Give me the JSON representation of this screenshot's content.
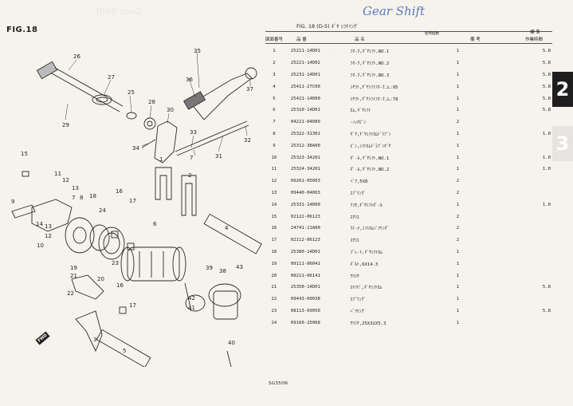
{
  "fig_label": "FIG.18",
  "fig_title": "FIG. 18  (D-5)   ｷﾞﾔ ｼﾌﾃｲﾝｸﾞ",
  "handwritten_title": "Gear Shift",
  "columns": {
    "ref": "図面番号",
    "part_no": "品      番",
    "desc": "品                名",
    "qty": "使用個数",
    "note": "備        考",
    "sub_top": "標  準",
    "sub_bottom": "作業時間"
  },
  "rows": [
    {
      "ref": "1",
      "part": "25211-14D01",
      "desc": "ﾌｵ-ｸ,ｷﾞﾔｼﾌﾄ,NO.1",
      "qty": "1",
      "sub": "5.8"
    },
    {
      "ref": "2",
      "part": "25221-14D02",
      "desc": "ﾌｵ-ｸ,ｷﾞﾔｼﾌﾄ,NO.2",
      "qty": "1",
      "sub": "5.8"
    },
    {
      "ref": "3",
      "part": "25231-14D01",
      "desc": "ﾌｵ-ｸ,ｷﾞﾔｼﾌﾄ,NO.3",
      "qty": "1",
      "sub": "5.8"
    },
    {
      "ref": "4",
      "part": "25411-27C00",
      "desc": "ｼﾔﾌﾄ,ｷﾞﾔｼﾌﾄﾌｵ-ｸ,L:95",
      "qty": "1",
      "sub": "5.8"
    },
    {
      "ref": "5",
      "part": "25421-14D00",
      "desc": "ｼﾔﾌﾄ,ｷﾞﾔｼﾌﾄﾌｵ-ｸ,L:78",
      "qty": "1",
      "sub": "5.8"
    },
    {
      "ref": "6",
      "part": "25310-14D01",
      "desc": "ｶﾑ,ｷﾞﾔｼﾌﾄ",
      "qty": "1",
      "sub": "5.8"
    },
    {
      "ref": "7",
      "part": "04221-04089",
      "desc": "･ﾉｯｸﾋﾟﾝ",
      "qty": "2",
      "sub": ""
    },
    {
      "ref": "8",
      "part": "25322-31301",
      "desc": "ｷﾞﾔ,ｷﾞﾔｼﾌﾄｶﾑﾄﾞﾘﾌﾞﾝ",
      "qty": "1",
      "sub": "1.0"
    },
    {
      "ref": "9",
      "part": "25312-38A00",
      "desc": "ﾋﾟﾝ,ｼﾌﾄｶﾑﾄﾞﾗﾌﾞﾝｷﾞﾔ",
      "qty": "1",
      "sub": ""
    },
    {
      "ref": "10",
      "part": "25323-34201",
      "desc": "ﾎﾟ-ﾙ,ｷﾞﾔｼﾌﾄ,NO.1",
      "qty": "1",
      "sub": "1.0"
    },
    {
      "ref": "11",
      "part": "25324-34201",
      "desc": "ﾎﾟ-ﾙ,ｷﾞﾔｼﾌﾄ,NO.2",
      "qty": "1",
      "sub": "1.0"
    },
    {
      "ref": "12",
      "part": "09261-05003",
      "desc": "ﾍﾞｱ,5X8",
      "qty": "2",
      "sub": ""
    },
    {
      "ref": "13",
      "part": "09440-04003",
      "desc": "ｽﾌﾟﾘﾝｸﾞ",
      "qty": "2",
      "sub": ""
    },
    {
      "ref": "14",
      "part": "25331-14D00",
      "desc": "ﾘﾌﾀ,ｷﾞﾔｼﾌﾄﾎﾟ-ﾙ",
      "qty": "1",
      "sub": "1.0"
    },
    {
      "ref": "15",
      "part": "02122-06123",
      "desc": "ｽｸﾘﾕ",
      "qty": "2",
      "sub": ""
    },
    {
      "ref": "16",
      "part": "24741-21A00",
      "desc": "ﾘﾃ-ﾅ,ｼﾌﾄｶﾑﾍﾞｱﾘﾝｸﾞ",
      "qty": "2",
      "sub": ""
    },
    {
      "ref": "17",
      "part": "02112-06123",
      "desc": "ｽｸﾘﾕ",
      "qty": "2",
      "sub": ""
    },
    {
      "ref": "18",
      "part": "25380-14D01",
      "desc": "ﾌﾟﾚ-ﾄ,ｷﾞﾔｼﾌﾄｶﾑ",
      "qty": "1",
      "sub": ""
    },
    {
      "ref": "19",
      "part": "09111-06041",
      "desc": "ﾎﾞﾙﾄ,6X14.3",
      "qty": "1",
      "sub": ""
    },
    {
      "ref": "20",
      "part": "08211-06141",
      "desc": "ﾜﾂｼﾔ",
      "qty": "1",
      "sub": ""
    },
    {
      "ref": "21",
      "part": "25350-14D01",
      "desc": "ｽﾄﾂﾊﾟ,ｷﾞﾔｼﾌﾄｶﾑ",
      "qty": "1",
      "sub": "5.8"
    },
    {
      "ref": "22",
      "part": "09443-09038",
      "desc": "ｽﾌﾟﾘﾝｸﾞ",
      "qty": "1",
      "sub": ""
    },
    {
      "ref": "23",
      "part": "08113-69050",
      "desc": "ﾍﾞｱﾘﾝｸﾞ",
      "qty": "1",
      "sub": "5.8"
    },
    {
      "ref": "24",
      "part": "09160-25068",
      "desc": "ﾜﾂｼﾔ,25X32X5.3",
      "qty": "1",
      "sub": ""
    }
  ],
  "side_tabs": [
    "2",
    "3"
  ],
  "model_code": "SG350N",
  "fwd_label": "FWD",
  "callouts": [
    "1",
    "2",
    "3",
    "4",
    "5",
    "6",
    "7",
    "8",
    "9",
    "10",
    "11",
    "12",
    "13",
    "14",
    "15",
    "16",
    "17",
    "18",
    "19",
    "20",
    "21",
    "22",
    "23",
    "24",
    "25",
    "26",
    "27",
    "28",
    "29",
    "30",
    "31",
    "32",
    "33",
    "34",
    "35",
    "36",
    "37",
    "38",
    "39",
    "40",
    "41",
    "42",
    "43"
  ]
}
